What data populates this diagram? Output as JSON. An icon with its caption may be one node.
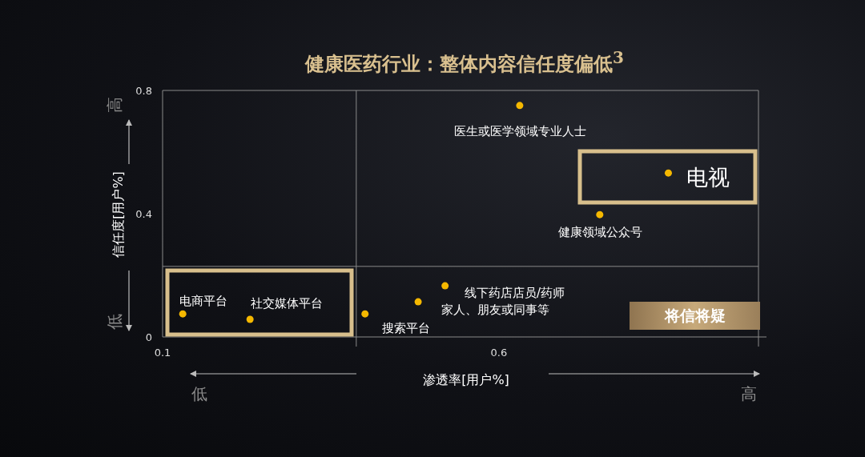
{
  "diagram": {
    "title": "健康医药行业：整体内容信任度偏低$^{3}$",
    "nodes": [
      {
        "text": [
          "将信将疑"
        ]
      }
    ],
    "labels": [
      "高",
      "低",
      "低",
      "高"
    ],
    "chart_data": {
      "type": "scatter",
      "xlabel": "渗透率[用户%]",
      "ylabel": "信任度[用户%]",
      "xlim": [
        0.1,
        0.986
      ],
      "ylim": [
        0,
        0.8
      ],
      "xticks": [
        0.1,
        0.6
      ],
      "yticks": [
        0,
        0.4,
        0.8
      ],
      "x": [
        0.631,
        0.852,
        0.75,
        0.52,
        0.48,
        0.401,
        0.13,
        0.23
      ],
      "series": [
        {
          "color": "#f5b800",
          "values": [
            0.751,
            0.532,
            0.397,
            0.166,
            0.114,
            0.075,
            0.075,
            0.057
          ]
        }
      ],
      "ref_lines": [
        {
          "axis": "x",
          "value": 0.388
        },
        {
          "axis": "y",
          "value": 0.229
        }
      ],
      "value_labels": [
        "医生或医学领域专业人士",
        "电视",
        "健康领域公众号",
        "线下药店店员/药师",
        "家人、朋友或同事等",
        "搜索平台",
        "电商平台",
        "社交媒体平台"
      ]
    }
  }
}
